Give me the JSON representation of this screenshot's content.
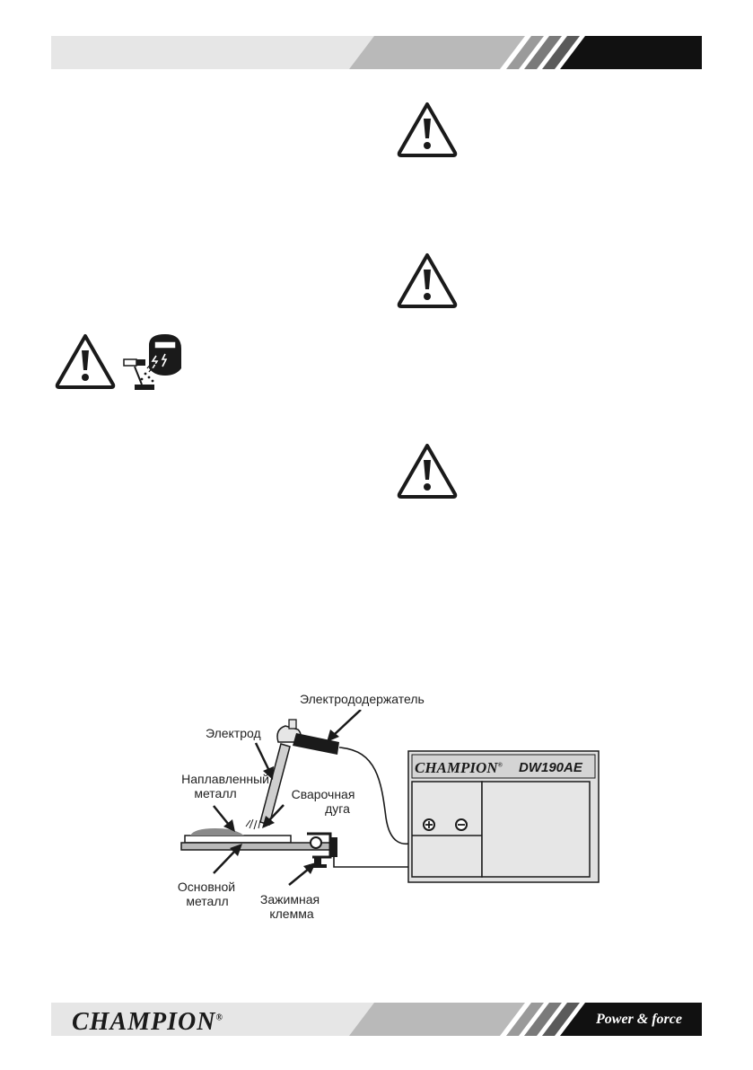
{
  "diagram": {
    "labels": {
      "electrode_holder": "Электрододержатель",
      "electrode": "Электрод",
      "deposited_metal_line1": "Наплавленный",
      "deposited_metal_line2": "металл",
      "arc_line1": "Сварочная",
      "arc_line2": "дуга",
      "base_metal_line1": "Основной",
      "base_metal_line2": "металл",
      "clamp_line1": "Зажимная",
      "clamp_line2": "клемма"
    },
    "machine": {
      "brand": "CHAMPION",
      "model": "DW190AE"
    }
  },
  "footer": {
    "brand": "CHAMPION",
    "registered": "®",
    "slogan": "Power & force"
  },
  "icons": [
    "warning-triangle-icon",
    "welding-mask-icon"
  ],
  "colors": {
    "band_light": "#e6e6e6",
    "band_mid": "#b9b9b9",
    "band_dark": "#111111"
  }
}
